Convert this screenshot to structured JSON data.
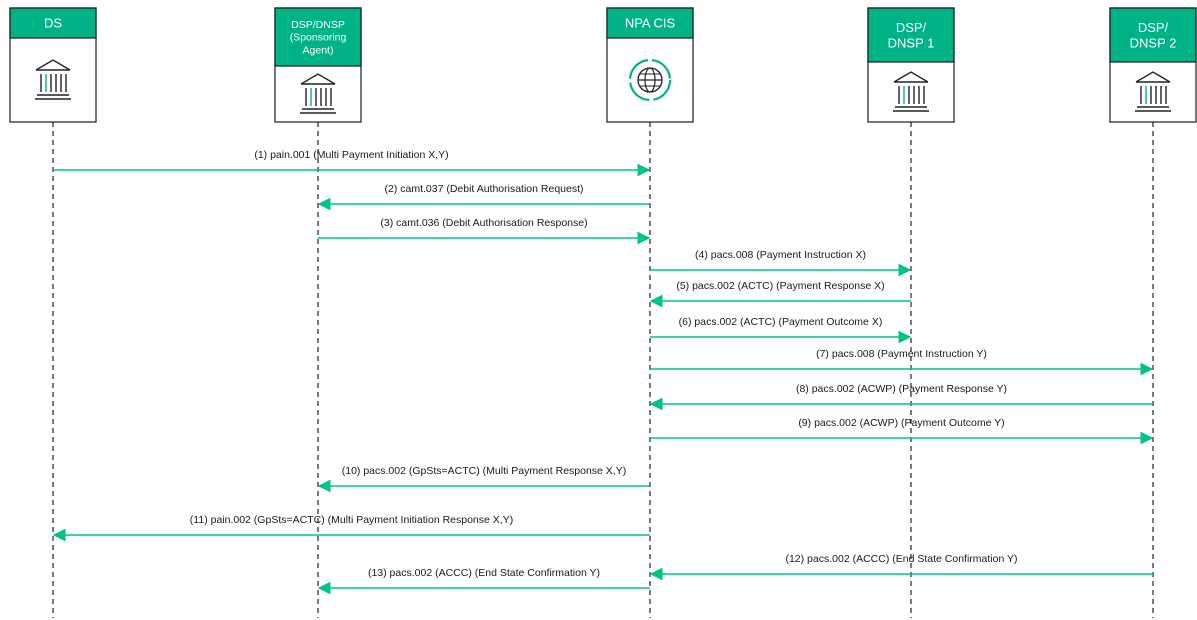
{
  "colors": {
    "accent": "#00b386",
    "arrow": "#00c389",
    "line": "#222222"
  },
  "participants": [
    {
      "id": "ds",
      "title_lines": [
        "DS"
      ],
      "icon": "bank-icon"
    },
    {
      "id": "dsp",
      "title_lines": [
        "DSP/DNSP",
        "(Sponsoring",
        "Agent)"
      ],
      "icon": "bank-icon"
    },
    {
      "id": "npa",
      "title_lines": [
        "NPA CIS"
      ],
      "icon": "globe-icon"
    },
    {
      "id": "dnsp1",
      "title_lines": [
        "DSP/",
        "DNSP 1"
      ],
      "icon": "bank-icon"
    },
    {
      "id": "dnsp2",
      "title_lines": [
        "DSP/",
        "DNSP 2"
      ],
      "icon": "bank-icon"
    }
  ],
  "messages": [
    {
      "from": "ds",
      "to": "npa",
      "label": "(1) pain.001 (Multi Payment Initiation X,Y)"
    },
    {
      "from": "npa",
      "to": "dsp",
      "label": "(2) camt.037 (Debit Authorisation Request)"
    },
    {
      "from": "dsp",
      "to": "npa",
      "label": "(3) camt.036 (Debit Authorisation Response)"
    },
    {
      "from": "npa",
      "to": "dnsp1",
      "label": "(4) pacs.008 (Payment Instruction X)"
    },
    {
      "from": "dnsp1",
      "to": "npa",
      "label": "(5) pacs.002 (ACTC) (Payment Response X)"
    },
    {
      "from": "npa",
      "to": "dnsp1",
      "label": "(6) pacs.002 (ACTC) (Payment Outcome X)"
    },
    {
      "from": "npa",
      "to": "dnsp2",
      "label": "(7) pacs.008 (Payment Instruction Y)"
    },
    {
      "from": "dnsp2",
      "to": "npa",
      "label": "(8) pacs.002 (ACWP) (Payment Response Y)"
    },
    {
      "from": "npa",
      "to": "dnsp2",
      "label": "(9) pacs.002 (ACWP) (Payment Outcome Y)"
    },
    {
      "from": "npa",
      "to": "dsp",
      "label": "(10) pacs.002 (GpSts=ACTC) (Multi Payment Response X,Y)"
    },
    {
      "from": "npa",
      "to": "ds",
      "label": "(11) pain.002 (GpSts=ACTC) (Multi Payment Initiation Response X,Y)"
    },
    {
      "from": "dnsp2",
      "to": "npa",
      "label": "(12) pacs.002 (ACCC) (End State Confirmation Y)"
    },
    {
      "from": "npa",
      "to": "dsp",
      "label": "(13) pacs.002 (ACCC) (End State Confirmation Y)"
    }
  ]
}
